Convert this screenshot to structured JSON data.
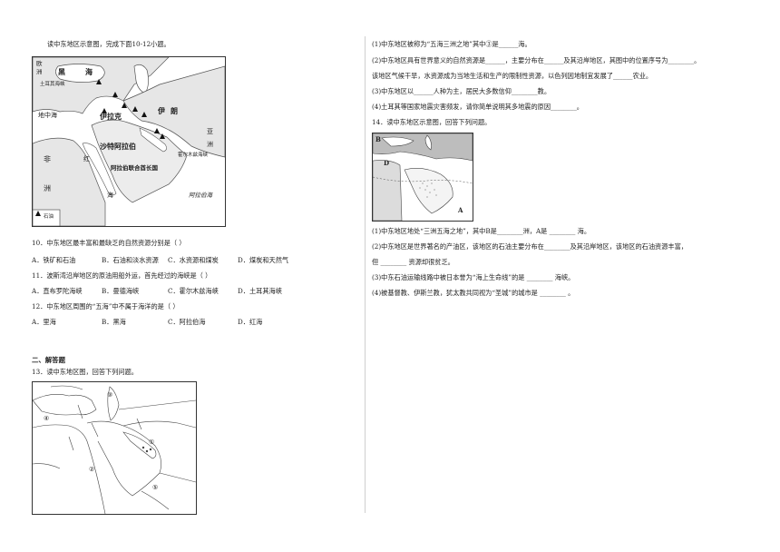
{
  "left": {
    "intro": "读中东地区示意图，完成下面10-12小题。",
    "map1": {
      "labels": {
        "black_sea_1": "黑",
        "black_sea_2": "海",
        "turkish_strait": "土耳其海峡",
        "eu_1": "欧",
        "eu_2": "洲",
        "mediterranean": "地中海",
        "iraq": "伊拉克",
        "iran_1": "伊",
        "iran_2": "朗",
        "asia_1": "亚",
        "asia_2": "洲",
        "saudi": "沙特阿拉伯",
        "hormuz": "霍尔木兹海峡",
        "uae": "阿拉伯联合酋长国",
        "africa_1": "非",
        "africa_2": "洲",
        "red_sea_1": "红",
        "red_sea_2": "海",
        "arabian_sea": "阿拉伯海",
        "legend_oil": "石油"
      }
    },
    "q10": {
      "stem": "10．中东地区最丰富和最缺乏的自然资源分别是（  ）",
      "options": [
        "A．铁矿和石油",
        "B．石油和淡水资源",
        "C．水资源和煤炭",
        "D．煤炭和天然气"
      ]
    },
    "q11": {
      "stem": "11．波斯湾沿岸地区的原油用船外运，首先经过的海峡是（  ）",
      "options": [
        "A．直布罗陀海峡",
        "B．曼德海峡",
        "C．霍尔木兹海峡",
        "D．土耳其海峡"
      ]
    },
    "q12": {
      "stem": "12．中东地区周围的“五海”中不属于海洋的是（  ）",
      "options": [
        "A．里海",
        "B．黑海",
        "C．阿拉伯海",
        "D．红海"
      ]
    },
    "section2": "二、解答题",
    "q13": {
      "stem": "13．读中东地区图，回答下列问题。",
      "map_markers": [
        "①",
        "②",
        "③",
        "④",
        "⑤"
      ]
    }
  },
  "right": {
    "q13_parts": [
      "(1)中东地区被称为“五海三洲之地”其中③是______海。",
      "(2)中东地区具有世界意义的自然资源是______，主要分布在______及其沿岸地区，其图中的位置序号为________。",
      "该地区气候干旱，水资源成为当地生活和生产的限制性资源，以色列因地制宜发展了______农业。",
      "(3)中东地区以______人种为主，居民大多数信仰________教。",
      "(4)土耳其等国家地震灾害频发，请你简单说明其多地震的原因________。"
    ],
    "q14": {
      "stem": "14．读中东地区示意图，回答下列问题。",
      "map_labels": {
        "b": "B",
        "d": "D",
        "a": "A"
      },
      "parts": [
        "(1)中东地区地处“三洲五海之地”，其中B是________洲，A是 ________ 海。",
        "(2)中东地区是世界著名的产油区，该地区的石油主要分布在________及其沿岸地区，该地区的石油资源丰富，",
        "但 ________ 资源却很贫乏。",
        "(3)中东石油运输线路中被日本誉为“海上生命线”的是 ________ 海峡。",
        "(4)被基督教、伊斯兰教，犹太教共同视为“圣城”的城市是 ________ 。"
      ]
    }
  }
}
